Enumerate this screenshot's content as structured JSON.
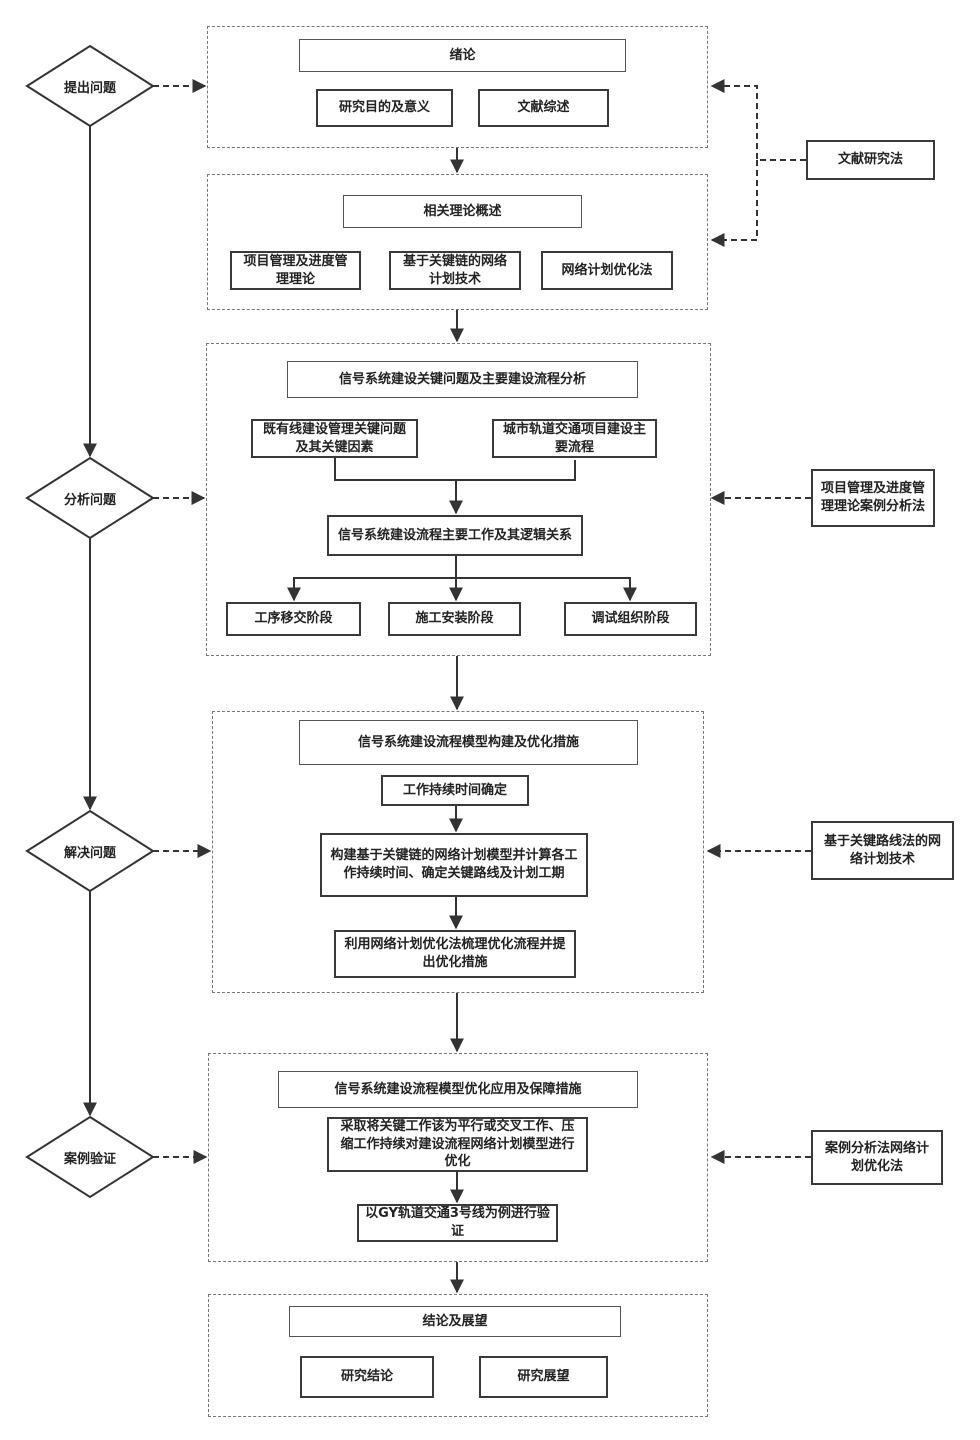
{
  "stages": {
    "s1": "提出问题",
    "s2": "分析问题",
    "s3": "解决问题",
    "s4": "案例验证"
  },
  "g1": {
    "title": "绪论",
    "items": [
      "研究目的及意义",
      "文献综述"
    ]
  },
  "g2": {
    "title": "相关理论概述",
    "items": [
      "项目管理及进度管理理论",
      "基于关键链的网络计划技术",
      "网络计划优化法"
    ]
  },
  "g3": {
    "title": "信号系统建设关键问题及主要建设流程分析",
    "left": "既有线建设管理关键问题及其关键因素",
    "right": "城市轨道交通项目建设主要流程",
    "mid": "信号系统建设流程主要工作及其逻辑关系",
    "phases": [
      "工序移交阶段",
      "施工安装阶段",
      "调试组织阶段"
    ]
  },
  "g4": {
    "title": "信号系统建设流程模型构建及优化措施",
    "steps": [
      "工作持续时间确定",
      "构建基于关键链的网络计划模型并计算各工作持续时间、确定关键路线及计划工期",
      "利用网络计划优化法梳理优化流程并提出优化措施"
    ]
  },
  "g5": {
    "title": "信号系统建设流程模型优化应用及保障措施",
    "steps": [
      "采取将关键工作该为平行或交叉工作、压缩工作持续对建设流程网络计划模型进行优化",
      "以GY轨道交通3号线为例进行验证"
    ]
  },
  "g6": {
    "title": "结论及展望",
    "items": [
      "研究结论",
      "研究展望"
    ]
  },
  "methods": {
    "m1": "文献研究法",
    "m2": "项目管理及进度管理理论案例分析法",
    "m3": "基于关键路线法的网络计划技术",
    "m4": "案例分析法网络计划优化法"
  }
}
